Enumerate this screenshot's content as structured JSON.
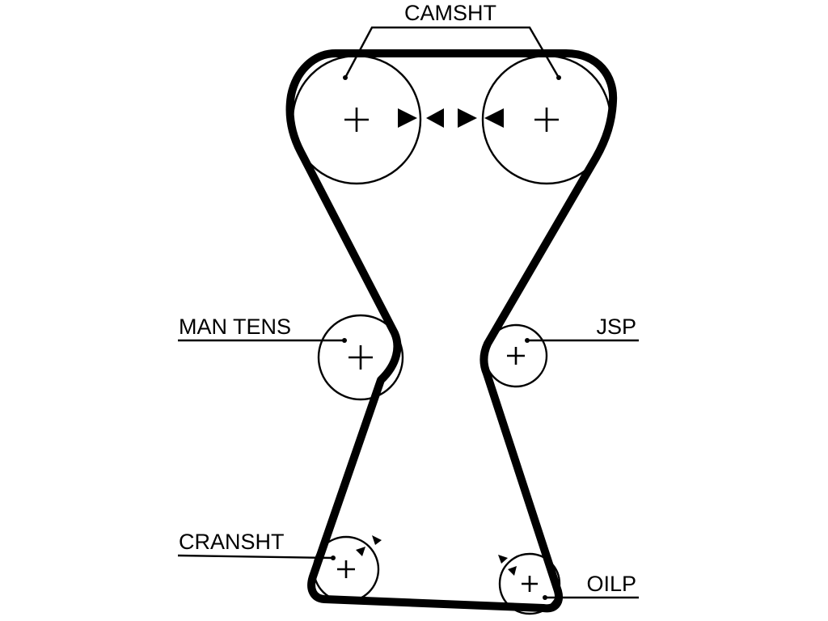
{
  "labels": {
    "camshaft": "CAMSHT",
    "manual_tensioner": "MAN TENS",
    "jsp": "JSP",
    "crankshaft": "CRANSHT",
    "oil_pump": "OILP"
  },
  "colors": {
    "ink": "#000000",
    "background": "#ffffff"
  }
}
